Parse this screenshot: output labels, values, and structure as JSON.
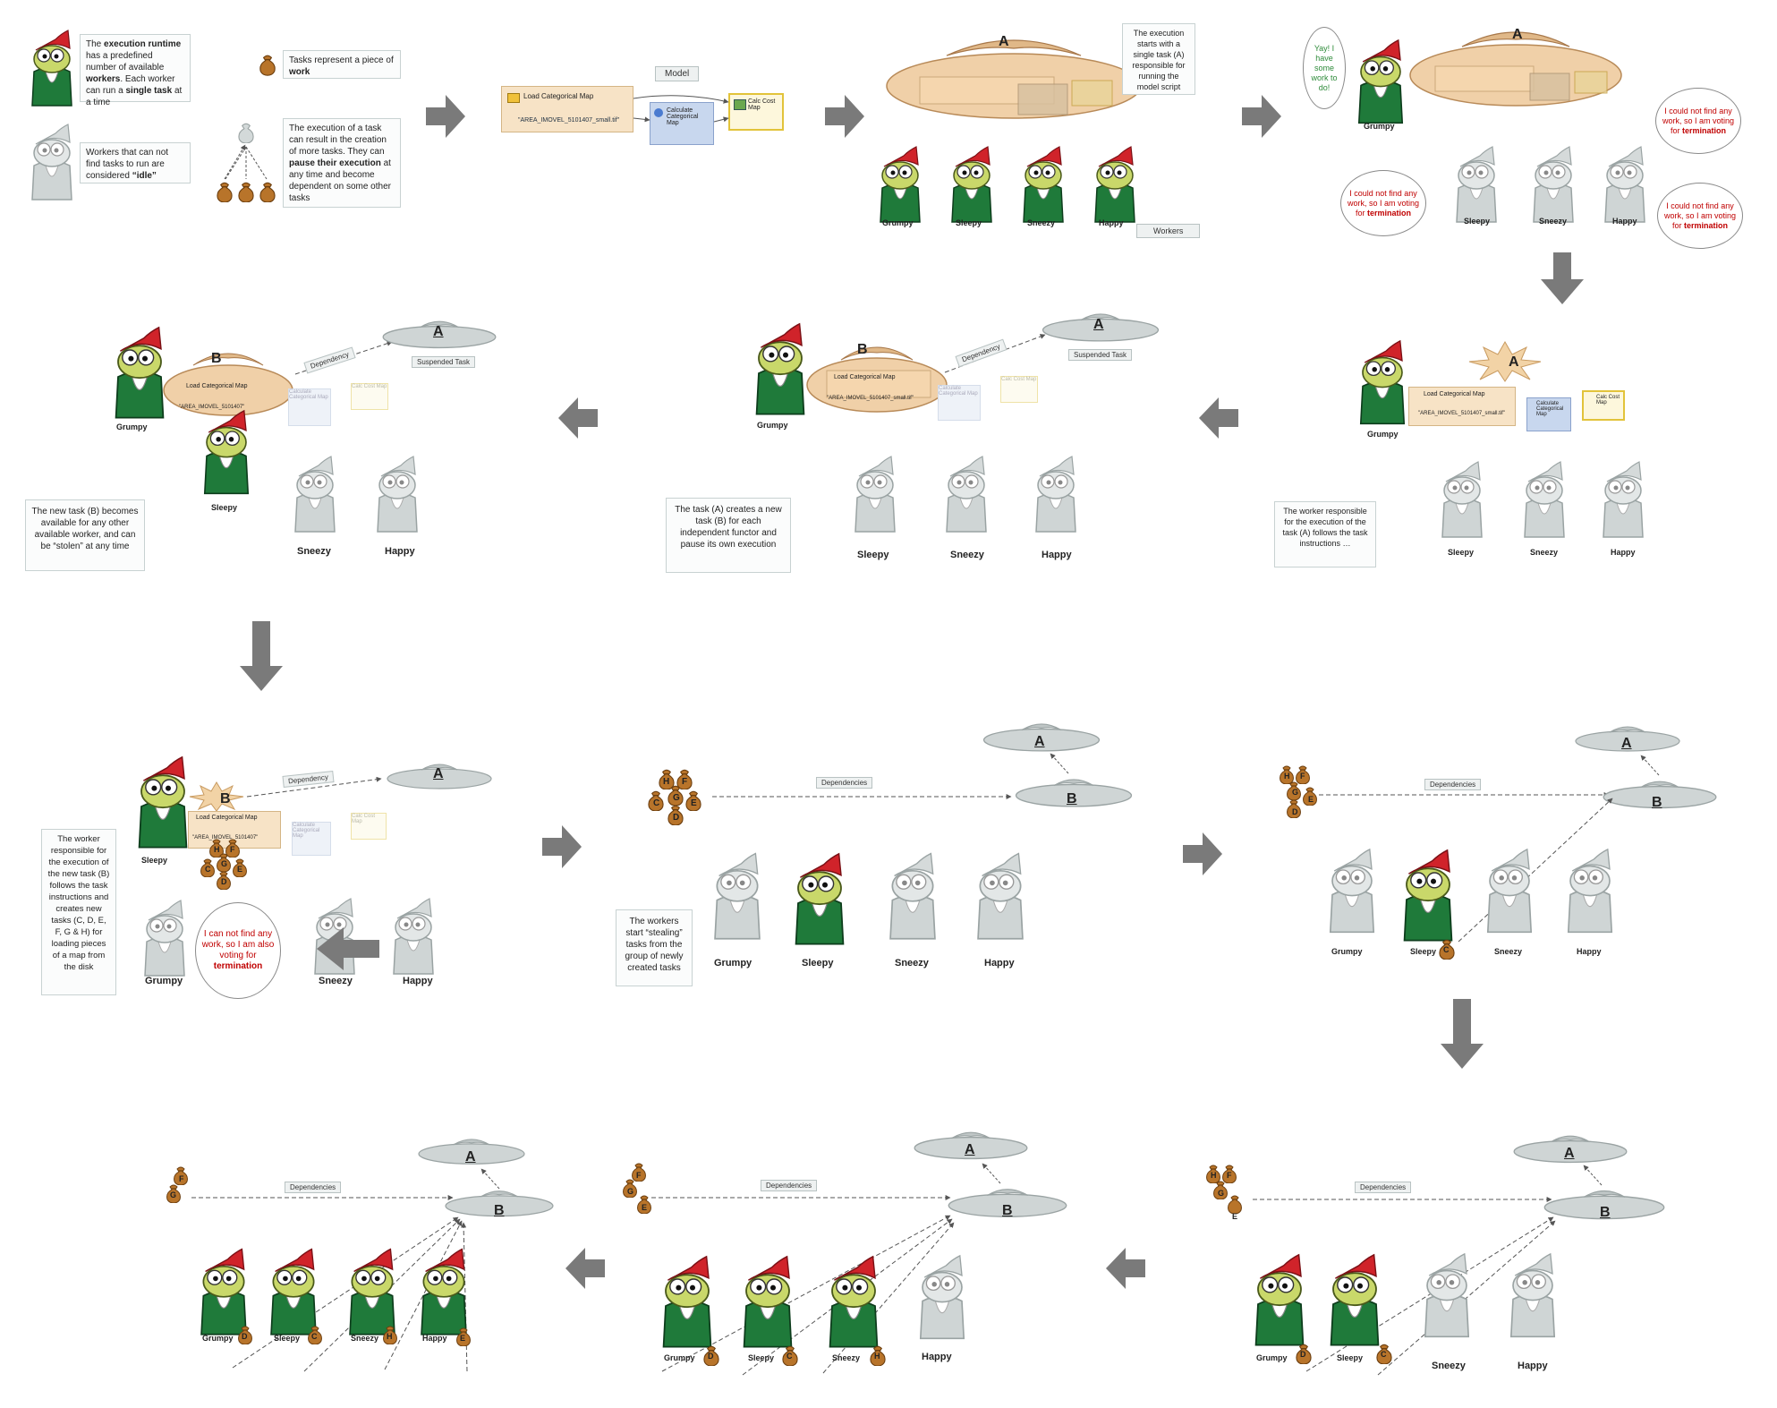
{
  "legend": {
    "runtime_note": [
      "The ",
      "execution runtime",
      " has a predefined number of available ",
      "workers",
      ". Each worker can run a ",
      "single task",
      " at a time"
    ],
    "idle_note": [
      "Workers that can not find tasks to run are considered ",
      "“idle”"
    ],
    "tasks_note": [
      "Tasks represent a piece of ",
      "work"
    ],
    "pause_note": [
      "The execution of a task can result in the creation of more tasks. They can ",
      "pause their execution",
      " at any time and become dependent on some other tasks"
    ]
  },
  "model": {
    "title": "Model",
    "load_map": "Load Categorical Map",
    "file_name": "\"AREA_IMOVEL_5101407_small.tif\"",
    "calc_cat": "Calculate Categorical Map",
    "calc_cost": "Calc Cost Map"
  },
  "workers": {
    "grumpy": "Grumpy",
    "sleepy": "Sleepy",
    "sneezy": "Sneezy",
    "happy": "Happy",
    "workers_label": "Workers"
  },
  "tasks": {
    "a": "A",
    "b": "B",
    "c": "C",
    "d": "D",
    "e": "E",
    "f": "F",
    "g": "G",
    "h": "H"
  },
  "labels": {
    "suspended": "Suspended Task",
    "dependency": "Dependency",
    "dependencies": "Dependencies",
    "file_short": "\"AREA_IMOVEL_5101407\""
  },
  "notes": {
    "start": "The execution starts with a single task (A) responsible for running the model script",
    "worker_follows": "The worker responsible for the execution of the task (A) follows the task instructions …",
    "creates_b": "The task (A) creates a new task (B) for each independent functor and pause its own execution",
    "b_available": "The new task (B) becomes available for any other available worker, and can be “stolen” at any time",
    "creates_more": "The worker responsible for the execution of the new task (B) follows the task instructions and creates new tasks (C, D, E, F, G & H) for loading pieces of a map from the disk",
    "stealing": "The workers start “stealing” tasks from the group of newly created tasks"
  },
  "bubbles": {
    "yay": "Yay! I have some work to do!",
    "vote_prefix": "I could not find any work, so I am voting for",
    "vote_word": "termination",
    "also_prefix": "I can not find any work, so I am also voting for",
    "also_word": "termination"
  }
}
